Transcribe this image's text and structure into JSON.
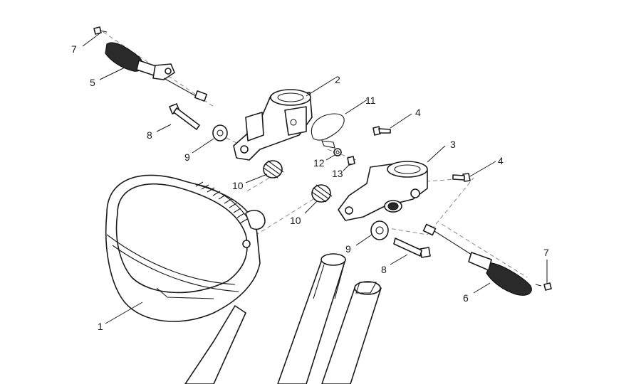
{
  "callouts": {
    "c1": "1",
    "c2": "2",
    "c3": "3",
    "c4a": "4",
    "c4b": "4",
    "c5": "5",
    "c6": "6",
    "c7a": "7",
    "c7b": "7",
    "c8a": "8",
    "c8b": "8",
    "c9a": "9",
    "c9b": "9",
    "c10a": "10",
    "c10b": "10",
    "c11": "11",
    "c12": "12",
    "c13": "13"
  },
  "colors": {
    "line": "#1a1a1a",
    "background": "#ffffff",
    "dash": "#888888"
  }
}
